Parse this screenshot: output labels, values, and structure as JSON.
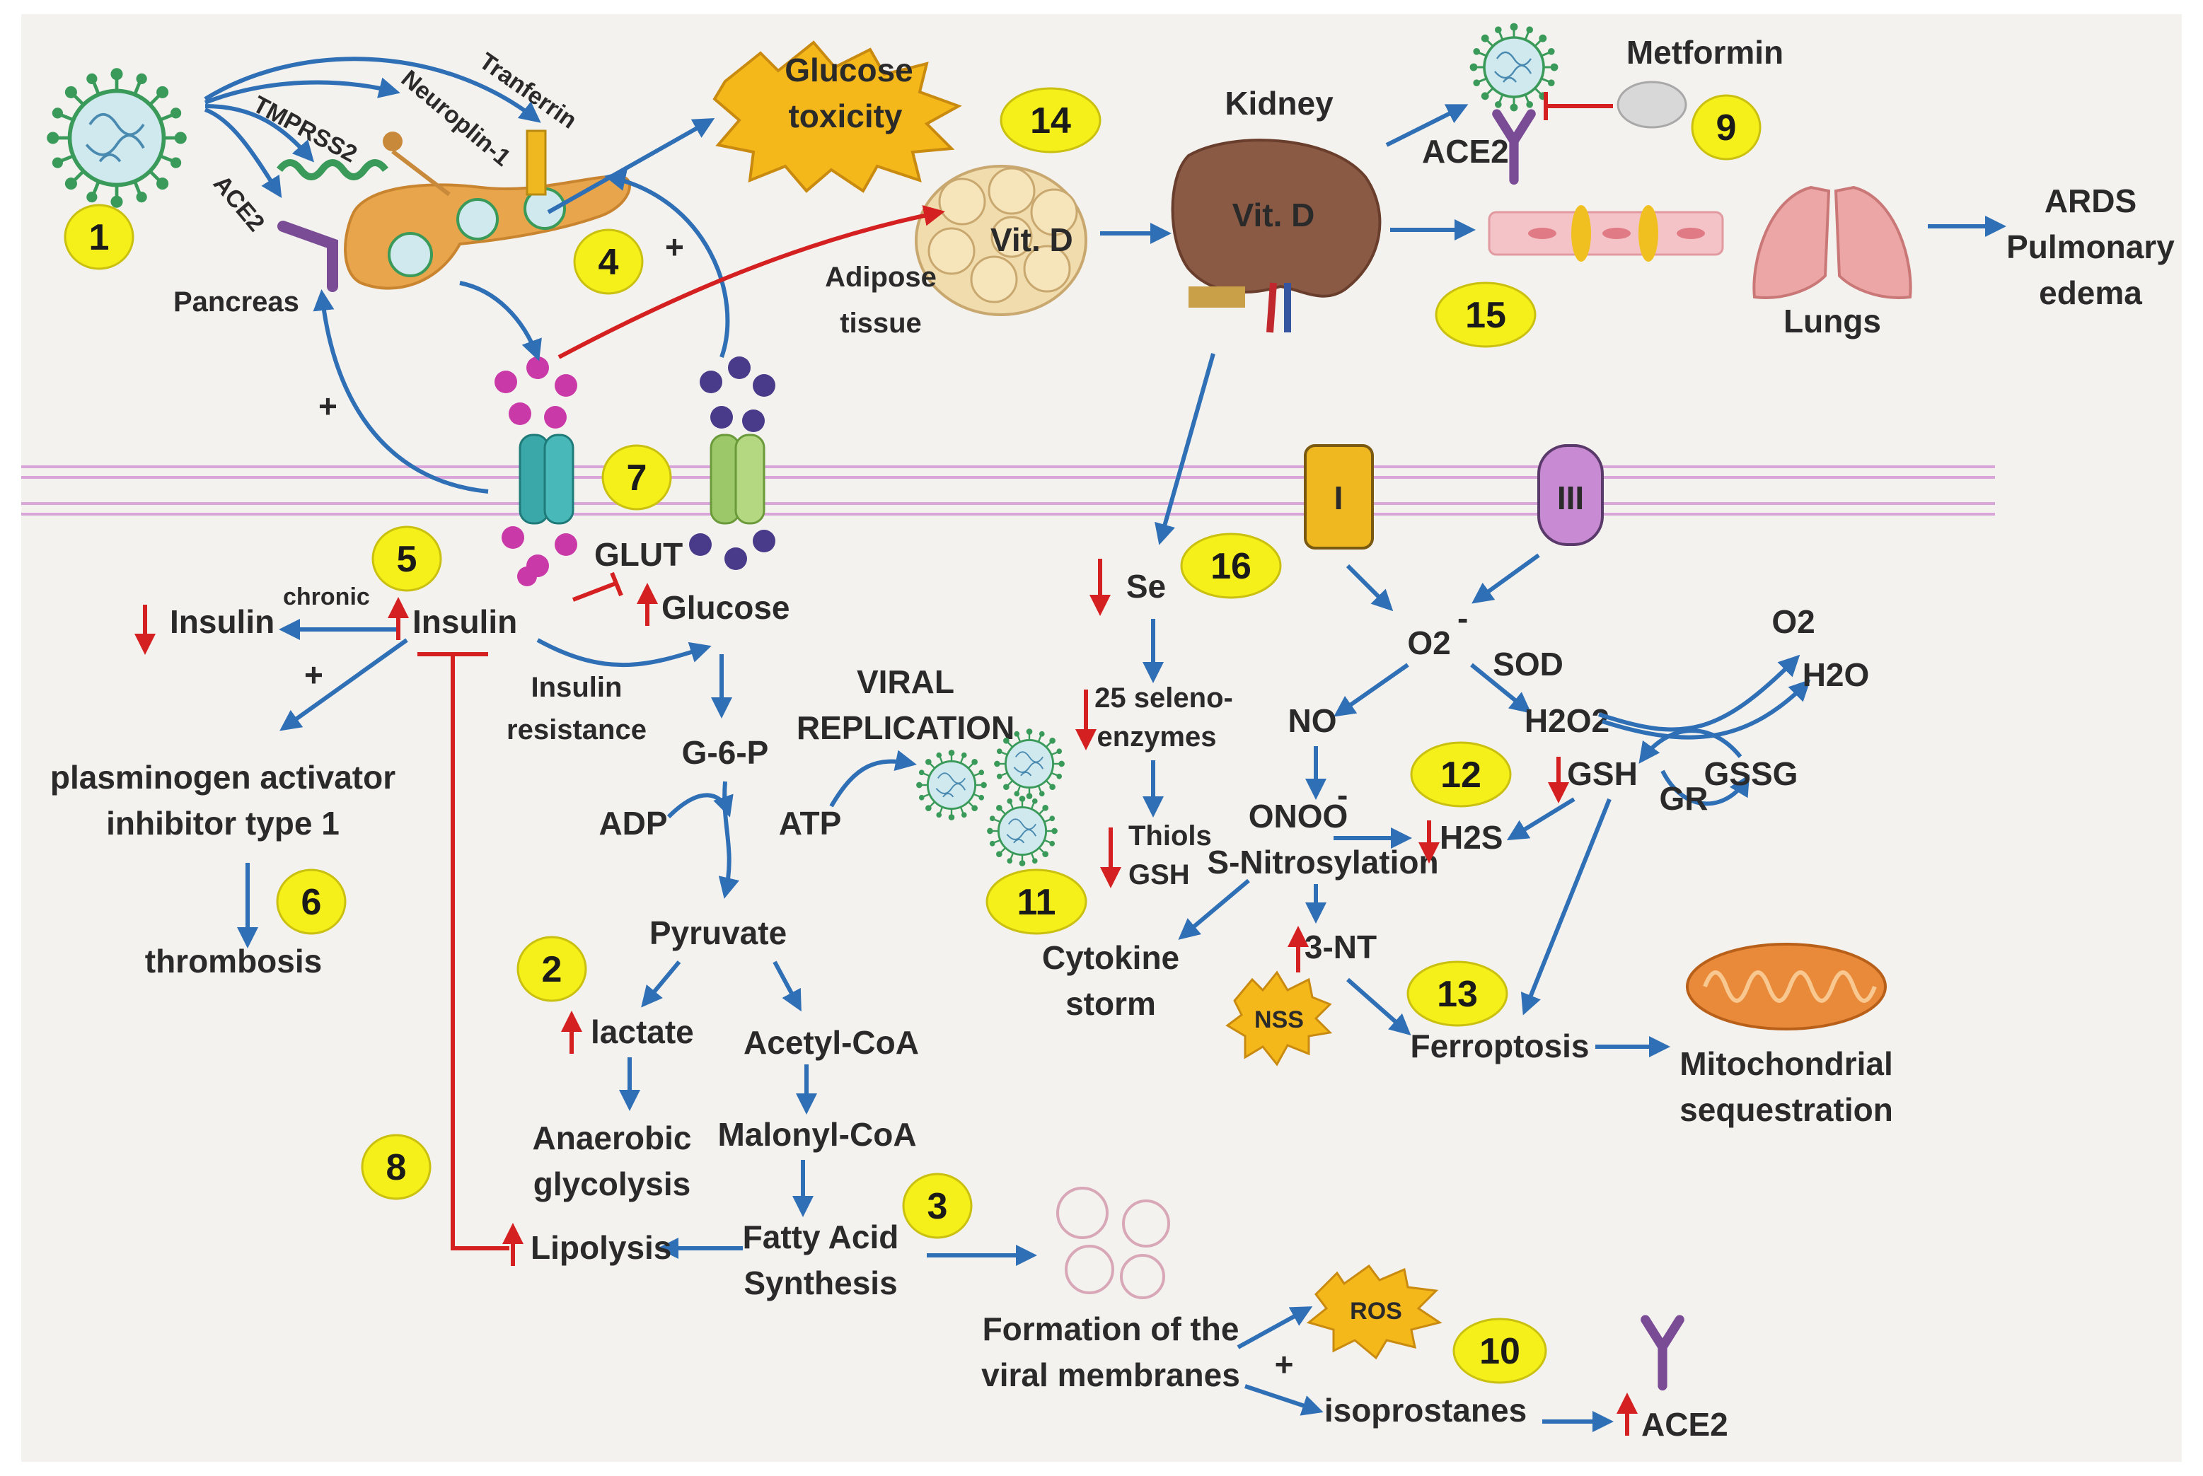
{
  "labels": {
    "pancreas": "Pancreas",
    "ace2_receptor": "ACE2",
    "tmprss2": "TMPRSS2",
    "neuroplin": "Neuroplin-1",
    "tranferrin": "Tranferrin",
    "glucose_toxicity_1": "Glucose",
    "glucose_toxicity_2": "toxicity",
    "adipose_1": "Adipose",
    "adipose_2": "tissue",
    "vitd_adipose": "Vit. D",
    "kidney": "Kidney",
    "vitd_kidney": "Vit. D",
    "ace2_top": "ACE2",
    "metformin": "Metformin",
    "lungs": "Lungs",
    "ards_1": "ARDS",
    "ards_2": "Pulmonary",
    "ards_3": "edema",
    "complex_i": "I",
    "complex_iii": "III",
    "glut": "GLUT",
    "glucose": "Glucose",
    "insulin": "Insulin",
    "insulin_low": "Insulin",
    "chronic": "chronic",
    "insulin_resistance_1": "Insulin",
    "insulin_resistance_2": "resistance",
    "pai_1": "plasminogen activator",
    "pai_2": "inhibitor type 1",
    "thrombosis": "thrombosis",
    "g6p": "G-6-P",
    "viral_replication_1": "VIRAL",
    "viral_replication_2": "REPLICATION",
    "adp": "ADP",
    "atp": "ATP",
    "pyruvate": "Pyruvate",
    "lactate": "lactate",
    "anaerobic_1": "Anaerobic",
    "anaerobic_2": "glycolysis",
    "acetyl_coa": "Acetyl-CoA",
    "malonyl_coa": "Malonyl-CoA",
    "fas_1": "Fatty Acid",
    "fas_2": "Synthesis",
    "lipolysis": "Lipolysis",
    "viral_membranes_1": "Formation of the",
    "viral_membranes_2": "viral membranes",
    "ros": "ROS",
    "isoprostanes": "isoprostanes",
    "ace2_bottom": "ACE2",
    "se": "Se",
    "selenoenzymes_1": "25 seleno-",
    "selenoenzymes_2": "enzymes",
    "thiols_1": "Thiols",
    "thiols_2": "GSH",
    "cytokine_1": "Cytokine",
    "cytokine_2": "storm",
    "superoxide": "O2",
    "superoxide_charge": "-",
    "sod": "SOD",
    "h2o2": "H2O2",
    "o2": "O2",
    "h2o": "H2O",
    "no": "NO",
    "onoo": "ONOO",
    "onoo_charge": "-",
    "s_nitrosylation": "S-Nitrosylation",
    "h2s": "H2S",
    "gsh": "GSH",
    "gr": "GR",
    "gssg": "GSSG",
    "three_nt": "3-NT",
    "nss": "NSS",
    "ferroptosis": "Ferroptosis",
    "mito_1": "Mitochondrial",
    "mito_2": "sequestration",
    "plus": "+"
  },
  "badges": [
    "1",
    "2",
    "3",
    "4",
    "5",
    "6",
    "7",
    "8",
    "9",
    "10",
    "11",
    "12",
    "13",
    "14",
    "15",
    "16"
  ],
  "colors": {
    "arrow_blue": "#2f6fb5",
    "inhibit_red": "#d42020",
    "badge_yellow": "#f5ef1a",
    "membrane_pink": "#d9a6d9",
    "virus_green": "#3a9a5a"
  }
}
